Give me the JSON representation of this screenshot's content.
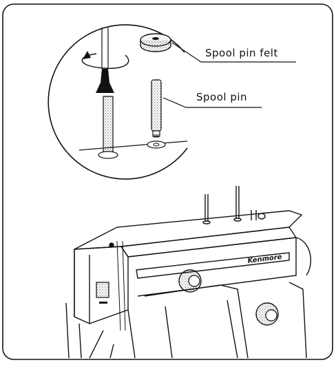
{
  "callouts": {
    "spool_pin_felt": "Spool pin felt",
    "spool_pin": "Spool pin"
  },
  "brand_mark": "Kenmore",
  "colors": {
    "ink": "#111111",
    "paper": "#ffffff"
  }
}
